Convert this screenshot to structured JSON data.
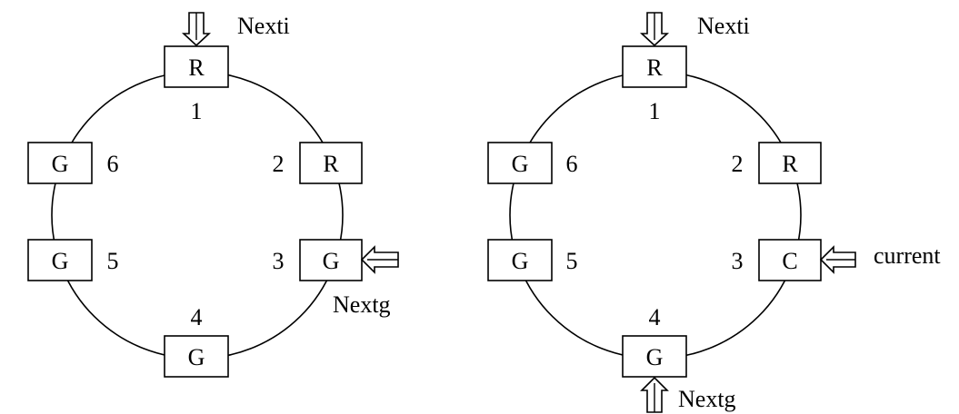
{
  "diagrams": [
    {
      "nodes": [
        {
          "number": "1",
          "state": "R"
        },
        {
          "number": "2",
          "state": "R"
        },
        {
          "number": "3",
          "state": "G"
        },
        {
          "number": "4",
          "state": "G"
        },
        {
          "number": "5",
          "state": "G"
        },
        {
          "number": "6",
          "state": "G"
        }
      ],
      "pointers": [
        {
          "label": "Nexti",
          "target_node": "1"
        },
        {
          "label": "Nextg",
          "target_node": "3"
        }
      ]
    },
    {
      "nodes": [
        {
          "number": "1",
          "state": "R"
        },
        {
          "number": "2",
          "state": "R"
        },
        {
          "number": "3",
          "state": "C"
        },
        {
          "number": "4",
          "state": "G"
        },
        {
          "number": "5",
          "state": "G"
        },
        {
          "number": "6",
          "state": "G"
        }
      ],
      "pointers": [
        {
          "label": "Nexti",
          "target_node": "1"
        },
        {
          "label": "current",
          "target_node": "3"
        },
        {
          "label": "Nextg",
          "target_node": "4"
        }
      ]
    }
  ]
}
